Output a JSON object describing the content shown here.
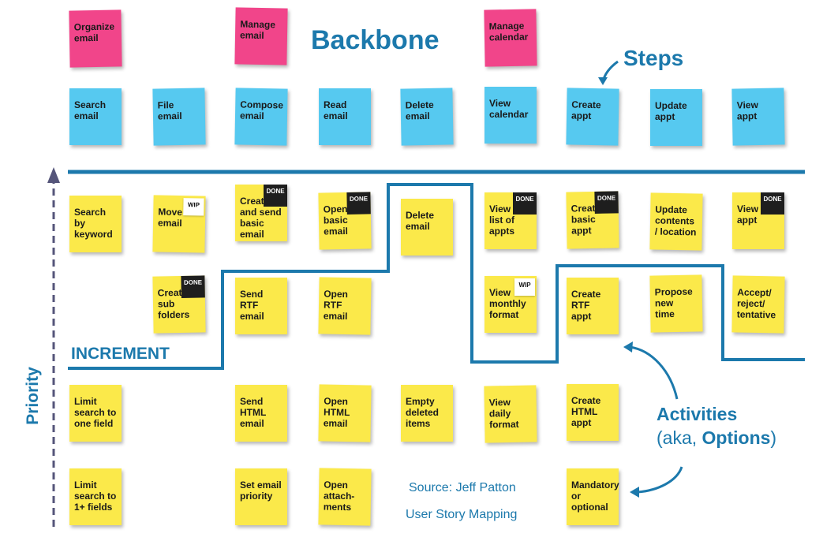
{
  "titles": {
    "backbone": "Backbone",
    "steps": "Steps",
    "increment": "INCREMENT",
    "priority": "Priority",
    "activities_line1": "Activities",
    "activities_line2_pre": "(aka, ",
    "activities_line2_bold": "Options",
    "activities_line2_post": ")",
    "source": "Source: Jeff Patton",
    "book": "User Story Mapping"
  },
  "colors": {
    "pink": "#f1458a",
    "blue": "#56c9f0",
    "yellow": "#fbe94a",
    "line": "#1c79ac",
    "done": "#1e1e1e"
  },
  "notes": [
    {
      "id": "organize-email",
      "color": "pink",
      "text": "Organize\nemail"
    },
    {
      "id": "manage-email",
      "color": "pink",
      "text": "Manage\nemail"
    },
    {
      "id": "manage-calendar",
      "color": "pink",
      "text": "Manage\ncalendar"
    },
    {
      "id": "search-email",
      "color": "blue",
      "text": "Search\nemail"
    },
    {
      "id": "file-email",
      "color": "blue",
      "text": "File\nemail"
    },
    {
      "id": "compose-email",
      "color": "blue",
      "text": "Compose\nemail"
    },
    {
      "id": "read-email",
      "color": "blue",
      "text": "Read\nemail"
    },
    {
      "id": "delete-email",
      "color": "blue",
      "text": "Delete\nemail"
    },
    {
      "id": "view-calendar",
      "color": "blue",
      "text": "View\ncalendar"
    },
    {
      "id": "create-appt",
      "color": "blue",
      "text": "Create\nappt"
    },
    {
      "id": "update-appt",
      "color": "blue",
      "text": "Update\nappt"
    },
    {
      "id": "view-appt",
      "color": "blue",
      "text": "View\nappt"
    },
    {
      "id": "search-by-keyword",
      "color": "yellow",
      "text": "Search\nby\nkeyword"
    },
    {
      "id": "move-email",
      "color": "yellow",
      "text": "Move\nemail",
      "badge": "WIP"
    },
    {
      "id": "create-and-send-basic-email",
      "color": "yellow",
      "text": "Create\nand send\nbasic\nemail",
      "badge": "DONE"
    },
    {
      "id": "open-basic-email",
      "color": "yellow",
      "text": "Open\nbasic\nemail",
      "badge": "DONE"
    },
    {
      "id": "delete-email-task",
      "color": "yellow",
      "text": "Delete\nemail"
    },
    {
      "id": "view-list-of-appts",
      "color": "yellow",
      "text": "View\nlist of\nappts",
      "badge": "DONE"
    },
    {
      "id": "create-basic-appt",
      "color": "yellow",
      "text": "Create\nbasic\nappt",
      "badge": "DONE"
    },
    {
      "id": "update-contents-location",
      "color": "yellow",
      "text": "Update\ncontents\n/ location"
    },
    {
      "id": "view-appt-task",
      "color": "yellow",
      "text": "View\nappt",
      "badge": "DONE"
    },
    {
      "id": "create-sub-folders",
      "color": "yellow",
      "text": "Create\nsub\nfolders",
      "badge": "DONE"
    },
    {
      "id": "send-rtf-email",
      "color": "yellow",
      "text": "Send\nRTF\nemail"
    },
    {
      "id": "open-rtf-email",
      "color": "yellow",
      "text": "Open\nRTF\nemail"
    },
    {
      "id": "view-monthly-format",
      "color": "yellow",
      "text": "View\nmonthly\nformat",
      "badge": "WIP"
    },
    {
      "id": "create-rtf-appt",
      "color": "yellow",
      "text": "Create\nRTF\nappt"
    },
    {
      "id": "propose-new-time",
      "color": "yellow",
      "text": "Propose\nnew\ntime"
    },
    {
      "id": "accept-reject-tentative",
      "color": "yellow",
      "text": "Accept/\nreject/\ntentative"
    },
    {
      "id": "limit-search-to-one-field",
      "color": "yellow",
      "text": "Limit\nsearch to\none field"
    },
    {
      "id": "send-html-email",
      "color": "yellow",
      "text": "Send\nHTML\nemail"
    },
    {
      "id": "open-html-email",
      "color": "yellow",
      "text": "Open\nHTML\nemail"
    },
    {
      "id": "empty-deleted-items",
      "color": "yellow",
      "text": "Empty\ndeleted\nitems"
    },
    {
      "id": "view-daily-format",
      "color": "yellow",
      "text": "View\ndaily\nformat"
    },
    {
      "id": "create-html-appt",
      "color": "yellow",
      "text": "Create\nHTML\nappt"
    },
    {
      "id": "limit-search-to-1-plus-fields",
      "color": "yellow",
      "text": "Limit\nsearch to\n1+ fields"
    },
    {
      "id": "set-email-priority",
      "color": "yellow",
      "text": "Set email\npriority"
    },
    {
      "id": "open-attachments",
      "color": "yellow",
      "text": "Open\nattach-\nments"
    },
    {
      "id": "mandatory-or-optional",
      "color": "yellow",
      "text": "Mandatory\nor optional"
    }
  ]
}
